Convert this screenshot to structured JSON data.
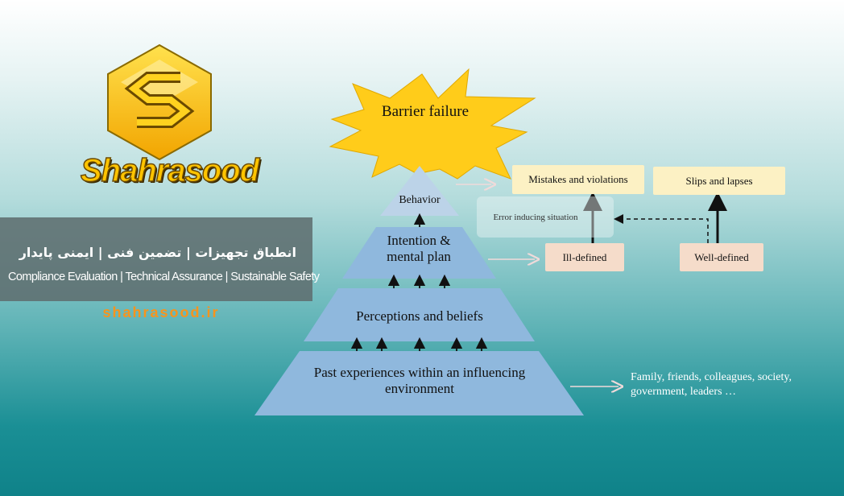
{
  "brand": {
    "name": "Shahrasood",
    "tagline_fa": "انطباق تجهیزات | تضمین فنی | ایمنی پایدار",
    "tagline_en": "Compliance Evaluation | Technical Assurance | Sustainable Safety",
    "website": "shahrasood.ir"
  },
  "diagram": {
    "top_label": "Barrier failure",
    "pyramid": {
      "level1": "Behavior",
      "level2": "Intention & mental plan",
      "level3": "Perceptions and beliefs",
      "level4": "Past experiences within an influencing environment"
    },
    "error_situation": "Error inducing situation",
    "mistakes": "Mistakes and violations",
    "slips": "Slips and lapses",
    "ill_defined": "Ill-defined",
    "well_defined": "Well-defined",
    "influences": "Family, friends, colleagues, society, government, leaders …"
  },
  "colors": {
    "logo_gold": "#ffc400",
    "pyramid_blue": "#8fb8dd",
    "star_yellow": "#ffcc1a",
    "cream_box": "#fcf1c4",
    "peach_box": "#f5dcca",
    "website_orange": "#f7941d"
  }
}
